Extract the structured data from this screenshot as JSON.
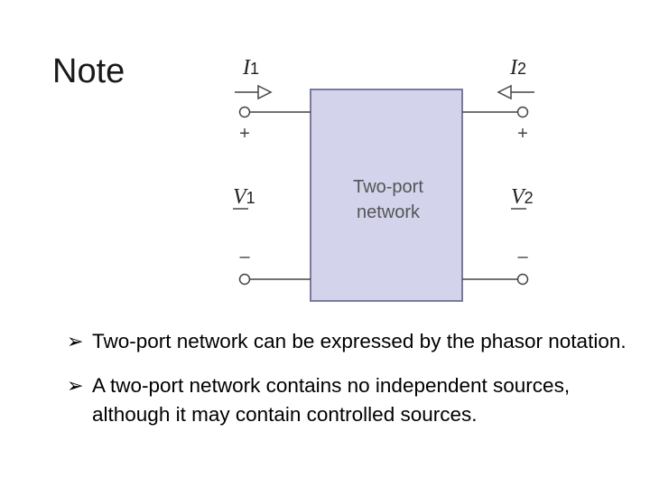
{
  "slide": {
    "title": "Note"
  },
  "diagram": {
    "box_label_line1": "Two-port",
    "box_label_line2": "network",
    "i1": {
      "symbol": "I",
      "sub": "1"
    },
    "i2": {
      "symbol": "I",
      "sub": "2"
    },
    "v1": {
      "symbol": "V",
      "sub": "1"
    },
    "v2": {
      "symbol": "V",
      "sub": "2"
    },
    "plus": "+",
    "minus": "–",
    "box_color": "#d3d3eb",
    "box_border": "#7a7aa0"
  },
  "bullets": {
    "marker": "➢",
    "items": [
      "Two-port network can be expressed by the phasor notation.",
      "A two-port network contains no independent sources, although it may contain controlled sources."
    ]
  }
}
